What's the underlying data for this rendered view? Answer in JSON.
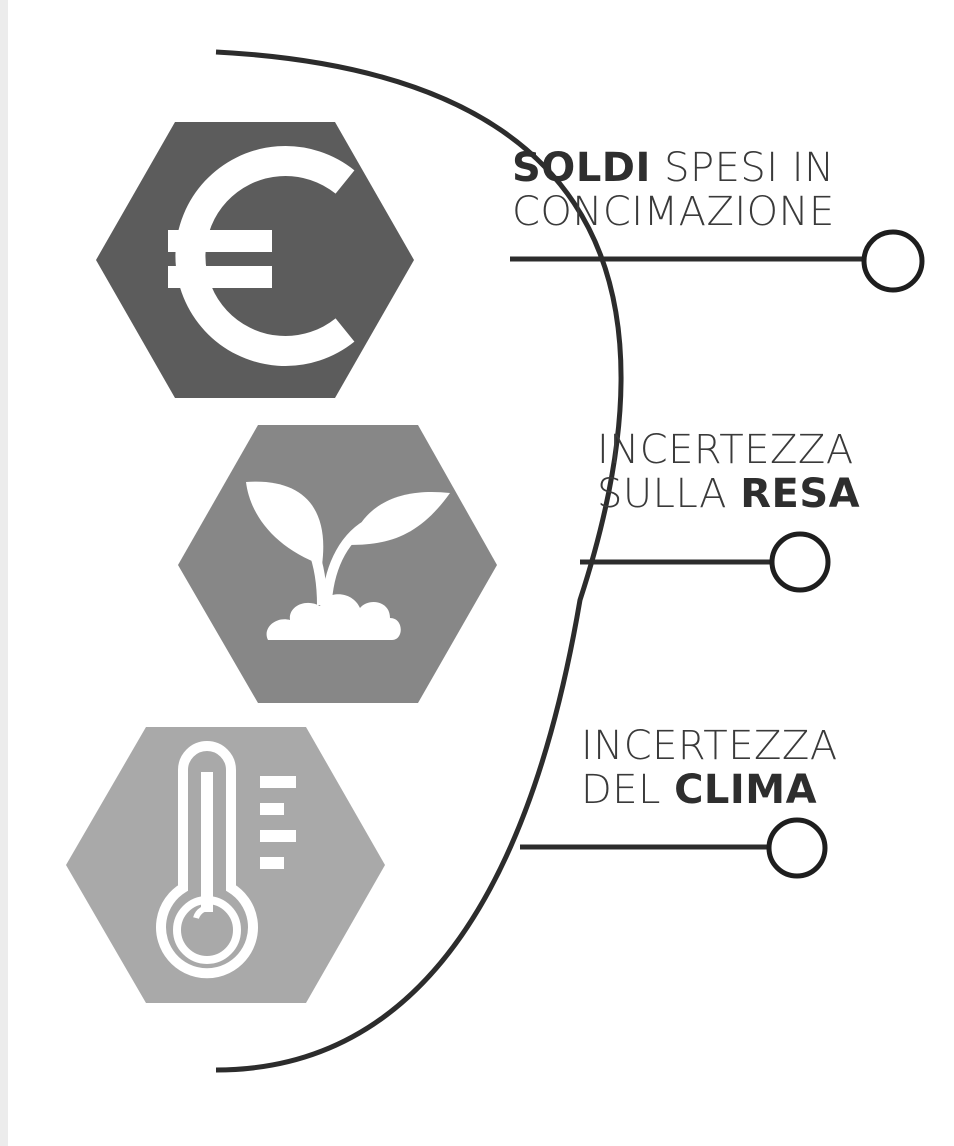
{
  "colors": {
    "hex_dark": "#5c5c5c",
    "hex_mid": "#878787",
    "hex_light": "#a9a9a9",
    "icon": "#ffffff",
    "lines": "#2c2c2c",
    "text": "#3a3a3a"
  },
  "items": [
    {
      "icon": "euro-icon",
      "label_lines": [
        {
          "bold": "SOLDI",
          "rest": " SPESI IN"
        },
        {
          "bold": "",
          "rest": "CONCIMAZIONE"
        }
      ]
    },
    {
      "icon": "sprout-icon",
      "label_lines": [
        {
          "bold": "",
          "rest": "INCERTEZZA"
        },
        {
          "prefix": "SULLA ",
          "bold": "RESA"
        }
      ]
    },
    {
      "icon": "thermometer-icon",
      "label_lines": [
        {
          "bold": "",
          "rest": "INCERTEZZA"
        },
        {
          "prefix": "DEL ",
          "bold": "CLIMA"
        }
      ]
    }
  ]
}
